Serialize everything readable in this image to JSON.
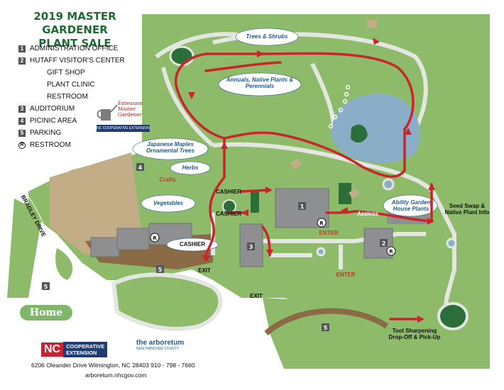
{
  "title": [
    "2019 MASTER GARDENER",
    "PLANT SALE"
  ],
  "legend": [
    {
      "marker": "1",
      "text": "ADMINISTRATION OFFICE"
    },
    {
      "marker": "2",
      "text": "HUTAFF VISITOR'S CENTER"
    },
    {
      "marker": "",
      "text": "GIFT SHOP"
    },
    {
      "marker": "",
      "text": "PLANT CLINIC"
    },
    {
      "marker": "",
      "text": "RESTROOM"
    },
    {
      "marker": "3",
      "text": "AUDITORIUM"
    },
    {
      "marker": "4",
      "text": "PICINIC AREA"
    },
    {
      "marker": "5",
      "text": "PARKING"
    },
    {
      "marker": "R",
      "text": "RESTROOM"
    }
  ],
  "extension_logo": {
    "text": "Extension Master Gardener",
    "band": "NC COOPERATIVE EXTENSION"
  },
  "map_labels": {
    "trees_shrubs": "Trees & Shrubs",
    "annuals": "Annuals, Native Plants & Perennials",
    "japanese_maples": "Japanese Maples Ornamental Trees",
    "herbs": "Herbs",
    "crafts": "Crafts",
    "vegetables": "Vegetables",
    "cashier_top": "CASHIER",
    "cashier_mid": "CASHIER",
    "cashier_low": "CASHIER",
    "exit_left": "EXIT",
    "exit_bottom": "EXIT",
    "enter_top": "ENTER",
    "enter_bottom": "ENTER",
    "azaleas": "Azaleas",
    "ability_garden": "Ability Garden House Plants",
    "seed_swap": "Seed Swap & Native Plant Info",
    "tool_sharpening": "Tool Sharpening Drop-Off & Pick-Up",
    "bradley_drive": "BRADLEY DRIVE"
  },
  "map_numbers": {
    "b1": "1",
    "b2": "2",
    "b3": "3",
    "b4": "4",
    "p5a": "5",
    "p5b": "5",
    "p5c": "5"
  },
  "home_button": "Home",
  "footer": {
    "nc": "NC",
    "cooperative": "COOPERATIVE",
    "extension": "EXTENSION",
    "arboretum": "the arboretum",
    "arboretum_sub": "NEW HANOVER COUNTY",
    "address": "6206 Oleander Drive   Wilmington, NC  28403    910 - 798 - 7660",
    "url": "arboretum.nhcgov.com"
  },
  "colors": {
    "grass": "#8dbb6a",
    "dark_green": "#2c6e3a",
    "path": "#e4e6e0",
    "building": "#8d8f90",
    "tan": "#c2ad86",
    "brown": "#8b6b46",
    "water": "#8aaec8",
    "route": "#c8262b",
    "title_green": "#1d6b32"
  }
}
